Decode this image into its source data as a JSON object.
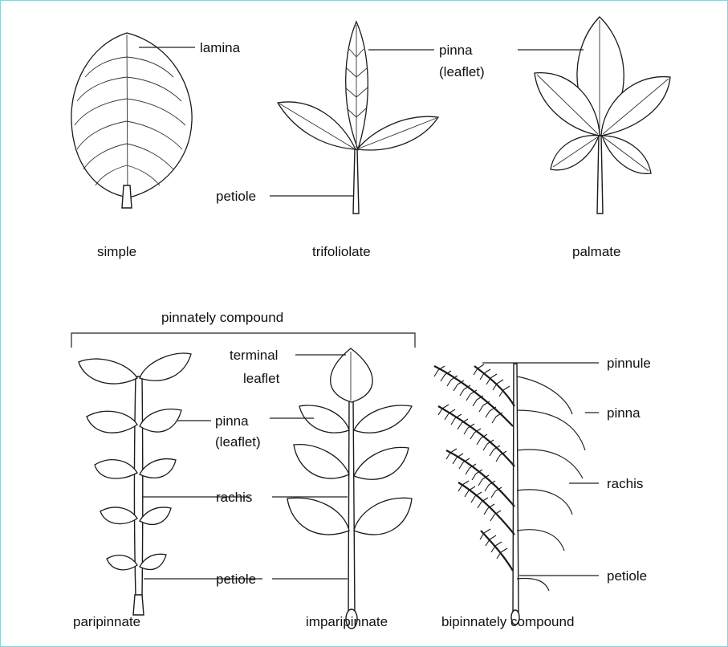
{
  "labels": {
    "lamina": "lamina",
    "petiole_top": "petiole",
    "pinna_top_1": "pinna",
    "pinna_top_2": "(leaflet)",
    "terminal_1": "terminal",
    "terminal_2": "leaflet",
    "pinna_mid_1": "pinna",
    "pinna_mid_2": "(leaflet)",
    "rachis_mid": "rachis",
    "petiole_mid": "petiole",
    "pinnule": "pinnule",
    "pinna_right": "pinna",
    "rachis_right": "rachis",
    "petiole_right": "petiole"
  },
  "captions": {
    "simple": "simple",
    "trifoliolate": "trifoliolate",
    "palmate": "palmate",
    "pinnately_compound": "pinnately compound",
    "paripinnate": "paripinnate",
    "imparipinnate": "imparipinnate",
    "bipinnately_compound": "bipinnately compound"
  }
}
